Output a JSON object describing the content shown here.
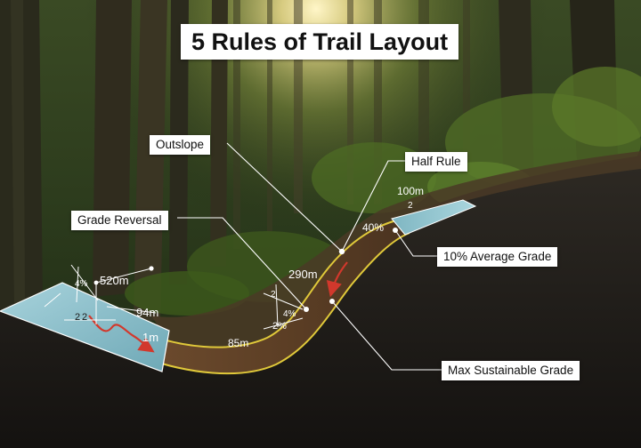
{
  "title": "5 Rules of Trail Layout",
  "callouts": {
    "outslope": "Outslope",
    "half_rule": "Half Rule",
    "grade_reversal": "Grade Reversal",
    "average_grade": "10% Average Grade",
    "max_grade": "Max Sustainable Grade"
  },
  "markers": {
    "m100": "100m",
    "m40": "40%",
    "m290": "290m",
    "m520": "520m",
    "m94": "94m",
    "m1": "1m",
    "m85": "85m",
    "p2": "2%",
    "p_small1": "4%",
    "p_small2": "2",
    "p_small3": "4%",
    "p_small4": "2",
    "p_small5": "2",
    "p_small6": "2"
  },
  "colors": {
    "trail_edge": "#e0c93a",
    "water": "#8fc3cf",
    "arrow_red": "#d2382c",
    "forest_dark": "#1f2a17",
    "soil": "#6b4a2c"
  }
}
